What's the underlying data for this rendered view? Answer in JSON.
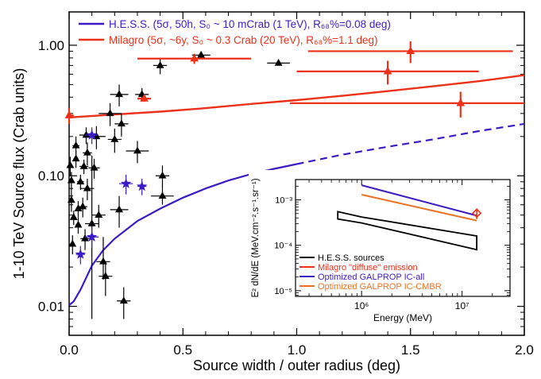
{
  "chart_data": [
    {
      "type": "scatter",
      "xlabel": "Source width / outer radius (deg)",
      "ylabel": "1-10 TeV Source flux (Crab units)",
      "xlim": [
        0,
        2.0
      ],
      "ylim": [
        0.006,
        1.8
      ],
      "yscale": "log",
      "xticks": [
        0.0,
        0.5,
        1.0,
        1.5,
        2.0
      ],
      "xtick_labels": [
        "0.0",
        "0.5",
        "1.0",
        "1.5",
        "2.0"
      ],
      "yticks": [
        0.01,
        0.1,
        1.0
      ],
      "ytick_labels": [
        "0.01",
        "0.10",
        "1.00"
      ],
      "legend_position": "top-left",
      "legend": [
        {
          "label": "H.E.S.S. (5σ, 50h, S₀ ~ 10 mCrab (1 TeV),  R₆₈%=0.08 deg)",
          "color": "#3b1bc8"
        },
        {
          "label": "Milagro  (5σ, ~6y, S₀ ~ 0.3 Crab (20 TeV), R₆₈%=1.1 deg)",
          "color": "#ee3018"
        }
      ],
      "series": [
        {
          "name": "H.E.S.S. (5σ, 50h, S₀ ~ 10 mCrab (1 TeV),  R₆₈%=0.08 deg)",
          "kind": "sensitivity-curve",
          "color": "#3b1bc8",
          "x": [
            0.0,
            0.02,
            0.05,
            0.1,
            0.15,
            0.2,
            0.3,
            0.4,
            0.5,
            0.6,
            0.7,
            0.8,
            0.9,
            1.0
          ],
          "y": [
            0.0102,
            0.0109,
            0.0134,
            0.0205,
            0.027,
            0.033,
            0.045,
            0.056,
            0.068,
            0.08,
            0.092,
            0.103,
            0.113,
            0.123
          ],
          "extrapolated_x": [
            1.0,
            1.2,
            1.4,
            1.6,
            1.8,
            2.0
          ],
          "extrapolated_y": [
            0.123,
            0.145,
            0.167,
            0.19,
            0.22,
            0.25
          ]
        },
        {
          "name": "Milagro  (5σ, ~6y, S₀ ~ 0.3 Crab (20 TeV), R₆₈%=1.1 deg)",
          "kind": "sensitivity-curve",
          "color": "#ee3018",
          "x": [
            0.0,
            0.2,
            0.4,
            0.6,
            0.8,
            1.0,
            1.2,
            1.4,
            1.6,
            1.8,
            2.0
          ],
          "y": [
            0.28,
            0.295,
            0.31,
            0.33,
            0.355,
            0.38,
            0.41,
            0.445,
            0.485,
            0.53,
            0.59
          ]
        },
        {
          "name": "",
          "kind": "points",
          "marker": "triangle",
          "color": "#000000",
          "points": [
            {
              "x": 0.005,
              "y": 0.12,
              "xerr": 0.004,
              "yerr": [
                0.02,
                0.02
              ]
            },
            {
              "x": 0.01,
              "y": 0.092,
              "xerr": 0.006,
              "yerr": [
                0.015,
                0.015
              ]
            },
            {
              "x": 0.01,
              "y": 0.065,
              "xerr": 0.005,
              "yerr": [
                0.012,
                0.012
              ]
            },
            {
              "x": 0.015,
              "y": 0.03,
              "xerr": 0.006,
              "yerr": [
                0.005,
                0.005
              ]
            },
            {
              "x": 0.02,
              "y": 0.048,
              "xerr": 0.01,
              "yerr": [
                0.006,
                0.006
              ]
            },
            {
              "x": 0.03,
              "y": 0.17,
              "xerr": 0.015,
              "yerr": [
                0.03,
                0.03
              ]
            },
            {
              "x": 0.03,
              "y": 0.135,
              "xerr": 0.01,
              "yerr": [
                0.02,
                0.02
              ]
            },
            {
              "x": 0.04,
              "y": 0.056,
              "xerr": 0.01,
              "yerr": [
                0.008,
                0.008
              ]
            },
            {
              "x": 0.04,
              "y": 0.042,
              "xerr": 0.012,
              "yerr": [
                0.006,
                0.006
              ]
            },
            {
              "x": 0.05,
              "y": 0.09,
              "xerr": 0.015,
              "yerr": [
                0.012,
                0.012
              ]
            },
            {
              "x": 0.06,
              "y": 0.058,
              "xerr": 0.02,
              "yerr": [
                0.01,
                0.01
              ]
            },
            {
              "x": 0.065,
              "y": 0.118,
              "xerr": 0.02,
              "yerr": [
                0.015,
                0.015
              ]
            },
            {
              "x": 0.07,
              "y": 0.033,
              "xerr": 0.02,
              "yerr": [
                0.006,
                0.006
              ]
            },
            {
              "x": 0.075,
              "y": 0.205,
              "xerr": 0.03,
              "yerr": [
                0.03,
                0.03
              ]
            },
            {
              "x": 0.08,
              "y": 0.15,
              "xerr": 0.02,
              "yerr": [
                0.03,
                0.03
              ]
            },
            {
              "x": 0.08,
              "y": 0.08,
              "xerr": 0.03,
              "yerr": [
                0.015,
                0.015
              ]
            },
            {
              "x": 0.1,
              "y": 0.043,
              "xerr": 0.03,
              "yerr": [
                0.035,
                0.1
              ]
            },
            {
              "x": 0.11,
              "y": 0.115,
              "xerr": 0.025,
              "yerr": [
                0.02,
                0.02
              ]
            },
            {
              "x": 0.12,
              "y": 0.2,
              "xerr": 0.04,
              "yerr": [
                0.04,
                0.04
              ]
            },
            {
              "x": 0.13,
              "y": 0.05,
              "xerr": 0.03,
              "yerr": [
                0.01,
                0.01
              ]
            },
            {
              "x": 0.15,
              "y": 0.022,
              "xerr": 0.03,
              "yerr": [
                0.006,
                0.012
              ]
            },
            {
              "x": 0.16,
              "y": 0.017,
              "xerr": 0.03,
              "yerr": [
                0.005,
                0.005
              ]
            },
            {
              "x": 0.18,
              "y": 0.3,
              "xerr": 0.05,
              "yerr": [
                0.06,
                0.06
              ]
            },
            {
              "x": 0.2,
              "y": 0.19,
              "xerr": 0.03,
              "yerr": [
                0.04,
                0.04
              ]
            },
            {
              "x": 0.22,
              "y": 0.42,
              "xerr": 0.04,
              "yerr": [
                0.08,
                0.08
              ]
            },
            {
              "x": 0.23,
              "y": 0.25,
              "xerr": 0.03,
              "yerr": [
                0.05,
                0.05
              ]
            },
            {
              "x": 0.22,
              "y": 0.055,
              "xerr": 0.04,
              "yerr": [
                0.015,
                0.015
              ]
            },
            {
              "x": 0.24,
              "y": 0.011,
              "xerr": 0.03,
              "yerr": [
                0.003,
                0.003
              ]
            },
            {
              "x": 0.3,
              "y": 0.155,
              "xerr": 0.05,
              "yerr": [
                0.03,
                0.03
              ]
            },
            {
              "x": 0.32,
              "y": 0.42,
              "xerr": 0.03,
              "yerr": [
                0.05,
                0.05
              ]
            },
            {
              "x": 0.4,
              "y": 0.7,
              "xerr": 0.03,
              "yerr": [
                0.1,
                0.1
              ]
            },
            {
              "x": 0.41,
              "y": 0.1,
              "xerr": 0.03,
              "yerr": [
                0.02,
                0.02
              ]
            },
            {
              "x": 0.41,
              "y": 0.07,
              "xerr": 0.05,
              "yerr": [
                0.01,
                0.01
              ]
            },
            {
              "x": 0.58,
              "y": 0.84,
              "xerr": 0.04,
              "yerr": [
                0.05,
                0.05
              ]
            },
            {
              "x": 0.92,
              "y": 0.73,
              "xerr": 0.05,
              "yerr": [
                0.03,
                0.03
              ]
            }
          ]
        },
        {
          "name": "",
          "kind": "points",
          "marker": "star",
          "color": "#3b1bc8",
          "points": [
            {
              "x": 0.05,
              "y": 0.025,
              "xerr": 0.02,
              "yerr": [
                0.004,
                0.004
              ]
            },
            {
              "x": 0.1,
              "y": 0.205,
              "xerr": 0.03,
              "yerr": [
                0.03,
                0.03
              ]
            },
            {
              "x": 0.1,
              "y": 0.034,
              "xerr": 0.03,
              "yerr": [
                0.006,
                0.006
              ]
            },
            {
              "x": 0.25,
              "y": 0.087,
              "xerr": 0.03,
              "yerr": [
                0.015,
                0.015
              ]
            },
            {
              "x": 0.32,
              "y": 0.083,
              "xerr": 0.02,
              "yerr": [
                0.012,
                0.012
              ]
            }
          ]
        },
        {
          "name": "",
          "kind": "points",
          "marker": "triangle",
          "color": "#ee3018",
          "points": [
            {
              "x": 0.0,
              "y": 0.29,
              "xerr": 0.02,
              "yerr": [
                0.04,
                0.04
              ]
            },
            {
              "x": 0.33,
              "y": 0.39,
              "xerr": 0.03,
              "yerr": [
                0.02,
                0.02
              ]
            },
            {
              "x": 0.55,
              "y": 0.79,
              "xerr": 0.25,
              "yerr": [
                0.07,
                0.07
              ]
            },
            {
              "x": 1.4,
              "y": 0.63,
              "xerr": 0.4,
              "yerr": [
                0.13,
                0.13
              ]
            },
            {
              "x": 1.5,
              "y": 0.9,
              "xerr": 0.45,
              "yerr": [
                0.17,
                0.17
              ]
            },
            {
              "x": 1.72,
              "y": 0.36,
              "xerr": 0.75,
              "yerr": [
                0.08,
                0.08
              ]
            }
          ]
        }
      ]
    },
    {
      "type": "line",
      "inset": true,
      "xlabel": "Energy (MeV)",
      "ylabel": "E² dN/dE (MeV.cm⁻².s⁻¹.sr⁻¹)",
      "xlim": [
        220000,
        30000000
      ],
      "ylim": [
        7.5e-06,
        0.0028
      ],
      "xscale": "log",
      "yscale": "log",
      "xtick_labels": [
        "10⁶",
        "10⁷"
      ],
      "ytick_labels": [
        "10⁻⁵",
        "10⁻⁴",
        "10⁻³"
      ],
      "legend_position": "bottom-left",
      "series": [
        {
          "name": "H.E.S.S. sources",
          "kind": "band",
          "color": "#000000",
          "x_upper": [
            580000,
            1000000,
            14000000
          ],
          "y_upper": [
            0.00055,
            0.00042,
            0.00016
          ],
          "x_lower": [
            580000,
            1000000,
            14000000
          ],
          "y_lower": [
            0.00038,
            0.00031,
            8e-05
          ]
        },
        {
          "name": "Milagro \"diffuse\" emission",
          "kind": "point",
          "color": "#ee3018",
          "x": [
            14000000
          ],
          "y": [
            0.00051
          ],
          "yerr": [
            0.00013,
            0.00013
          ]
        },
        {
          "name": "Optimized GALPROP IC-all",
          "kind": "line",
          "color": "#3b1bc8",
          "x": [
            1000000,
            14000000
          ],
          "y": [
            0.0021,
            0.00045
          ]
        },
        {
          "name": "Optimized GALPROP IC-CMBR",
          "kind": "line",
          "color": "#f07020",
          "x": [
            1000000,
            14000000
          ],
          "y": [
            0.0013,
            0.00035
          ]
        }
      ]
    }
  ]
}
